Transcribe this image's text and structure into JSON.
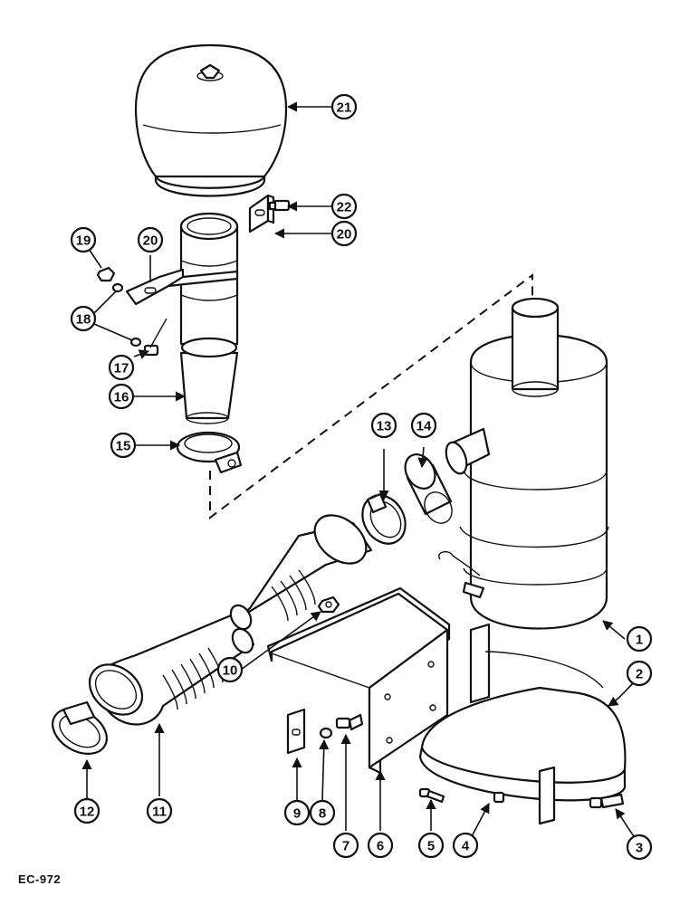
{
  "drawing_code": "EC-972",
  "callouts": [
    "1",
    "2",
    "3",
    "4",
    "5",
    "6",
    "7",
    "8",
    "9",
    "10",
    "11",
    "12",
    "13",
    "14",
    "15",
    "16",
    "17",
    "18",
    "19",
    "20",
    "21",
    "22"
  ]
}
